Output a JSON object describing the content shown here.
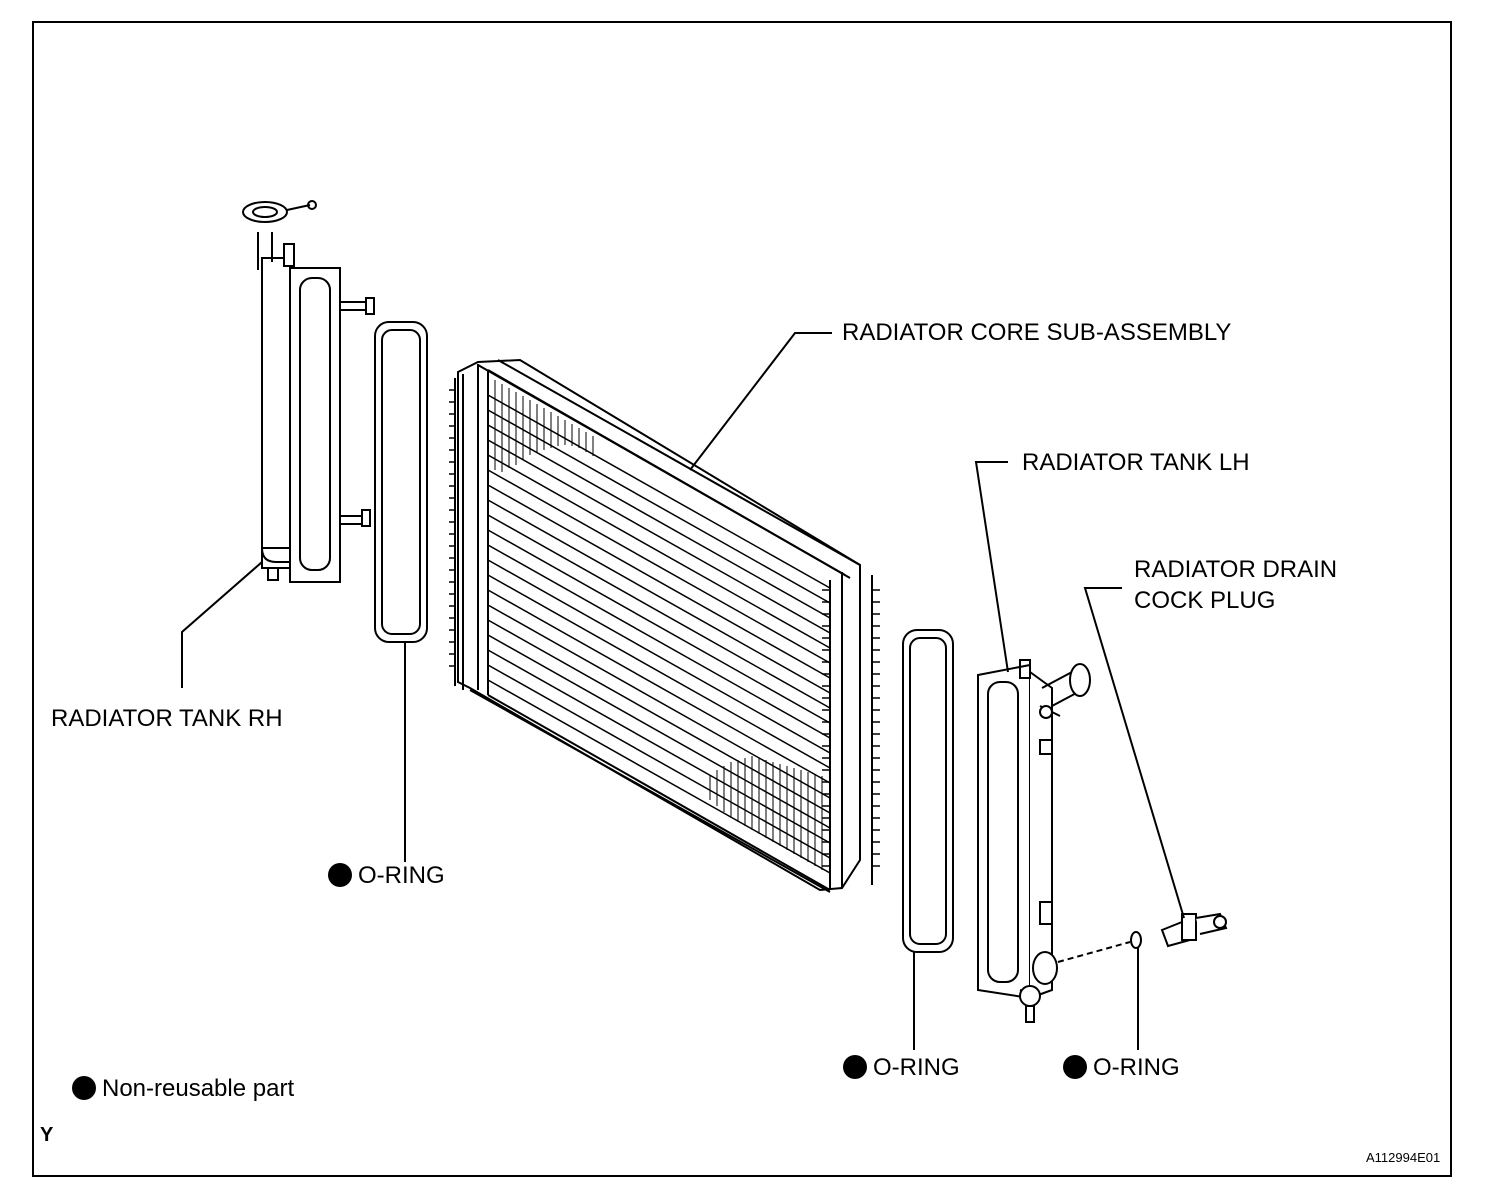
{
  "labels": {
    "core": "RADIATOR CORE SUB-ASSEMBLY",
    "tank_lh": "RADIATOR TANK LH",
    "drain_line1": "RADIATOR DRAIN",
    "drain_line2": "COCK PLUG",
    "tank_rh": "RADIATOR TANK RH",
    "oring_left": "O-RING",
    "oring_mid": "O-RING",
    "oring_right": "O-RING",
    "legend": "Non-reusable part"
  },
  "corner_letter": "Y",
  "figure_code": "A112994E01",
  "colors": {
    "line": "#000000",
    "background": "#ffffff",
    "marker": "#000000"
  }
}
